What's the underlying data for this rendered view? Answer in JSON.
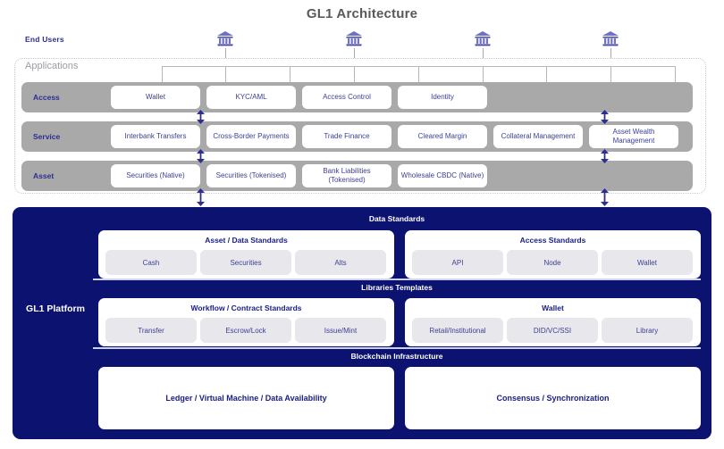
{
  "title": "GL1 Architecture",
  "end_users": {
    "label": "End Users",
    "icon": "bank-institution-icon",
    "count": 4
  },
  "applications": {
    "label": "Applications",
    "layers": [
      {
        "name": "Access",
        "label": "Access",
        "items": [
          "Wallet",
          "KYC/AML",
          "Access Control",
          "Identity"
        ]
      },
      {
        "name": "Service",
        "label": "Service",
        "items": [
          "Interbank Transfers",
          "Cross-Border Payments",
          "Trade Finance",
          "Cleared Margin",
          "Collateral Management",
          "Asset Wealth Management"
        ]
      },
      {
        "name": "Asset",
        "label": "Asset",
        "items": [
          "Securities (Native)",
          "Securities (Tokenised)",
          "Bank Liabilities (Tokenised)",
          "Wholesale CBDC (Native)"
        ]
      }
    ]
  },
  "platform": {
    "label": "GL1 Platform",
    "sections": [
      {
        "title": "Data Standards",
        "cards": [
          {
            "title": "Asset / Data Standards",
            "chips": [
              "Cash",
              "Securities",
              "Alts"
            ]
          },
          {
            "title": "Access Standards",
            "chips": [
              "API",
              "Node",
              "Wallet"
            ]
          }
        ]
      },
      {
        "title": "Libraries Templates",
        "cards": [
          {
            "title": "Workflow / Contract Standards",
            "chips": [
              "Transfer",
              "Escrow/Lock",
              "Issue/Mint"
            ]
          },
          {
            "title": "Wallet",
            "chips": [
              "Retail/Institutional",
              "DID/VC/SSI",
              "Library"
            ]
          }
        ]
      },
      {
        "title": "Blockchain Infrastructure",
        "boxes": [
          "Ledger / Virtual Machine / Data Availability",
          "Consensus / Synchronization"
        ]
      }
    ]
  },
  "colors": {
    "navy": "#0b1270",
    "band_gray": "#a9a9a9",
    "chip_gray": "#e7e7ec",
    "text_navy": "#3c3f96",
    "title_gray": "#595959",
    "dashed_border": "#c7c7cf"
  }
}
